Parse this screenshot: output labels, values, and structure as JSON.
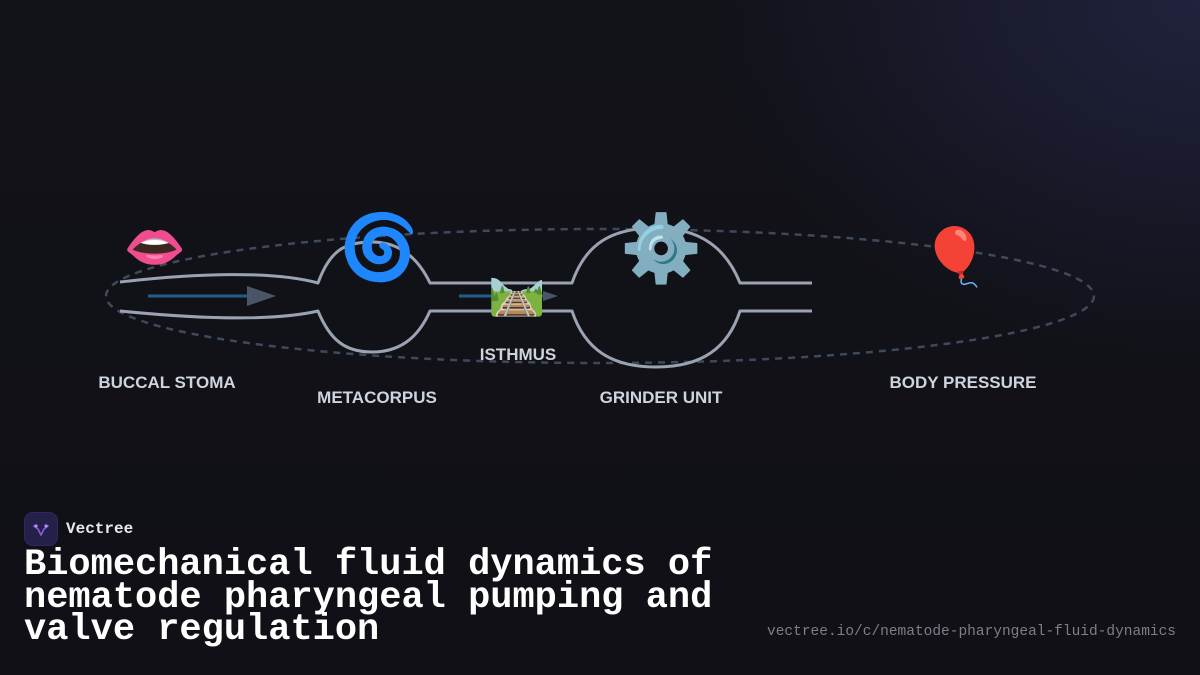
{
  "brand": {
    "name": "Vectree"
  },
  "title": "Biomechanical fluid dynamics of nematode pharyngeal pumping and valve regulation",
  "url": "vectree.io/c/nematode-pharyngeal-fluid-dynamics",
  "diagram": {
    "nodes": [
      {
        "id": "buccal-stoma",
        "label": "BUCCAL STOMA",
        "icon": "mouth-icon",
        "emoji": "👄"
      },
      {
        "id": "metacorpus",
        "label": "METACORPUS",
        "icon": "cyclone-icon",
        "emoji": "🌀"
      },
      {
        "id": "isthmus",
        "label": "ISTHMUS",
        "icon": "railway-track-icon",
        "emoji": "🛤️"
      },
      {
        "id": "grinder-unit",
        "label": "GRINDER UNIT",
        "icon": "gear-icon",
        "emoji": "⚙️"
      },
      {
        "id": "body-pressure",
        "label": "BODY PRESSURE",
        "icon": "balloon-icon",
        "emoji": "🎈"
      }
    ]
  },
  "colors": {
    "background": "#111118",
    "outline": "#9aa3b2",
    "dashed-ellipse": "#3e4a5c",
    "flow-arrow": "#1f5f86",
    "label": "#cdd4de",
    "title": "#ffffff",
    "url": "#7c7f88",
    "logo-bg": "#24204a",
    "logo-accent": "#8a5cd6"
  }
}
